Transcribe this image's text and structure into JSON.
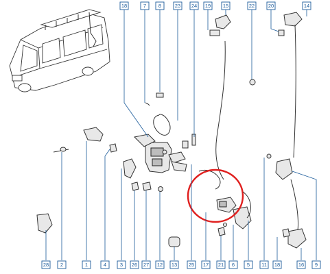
{
  "colors": {
    "label": "#1a5a9a",
    "highlight": "#e0201f",
    "outline": "#333333"
  },
  "callouts": [
    {
      "id": "c-18a",
      "text": "18"
    },
    {
      "id": "c-7a",
      "text": "7"
    },
    {
      "id": "c-8a",
      "text": "8"
    },
    {
      "id": "c-23",
      "text": "23"
    },
    {
      "id": "c-24",
      "text": "24"
    },
    {
      "id": "c-19",
      "text": "19"
    },
    {
      "id": "c-15",
      "text": "15"
    },
    {
      "id": "c-22",
      "text": "22"
    },
    {
      "id": "c-20",
      "text": "20"
    },
    {
      "id": "c-14",
      "text": "14"
    },
    {
      "id": "c-28",
      "text": "28"
    },
    {
      "id": "c-2",
      "text": "2"
    },
    {
      "id": "c-1",
      "text": "1"
    },
    {
      "id": "c-4",
      "text": "4"
    },
    {
      "id": "c-3",
      "text": "3"
    },
    {
      "id": "c-26",
      "text": "26"
    },
    {
      "id": "c-27",
      "text": "27"
    },
    {
      "id": "c-12",
      "text": "12"
    },
    {
      "id": "c-13",
      "text": "13"
    },
    {
      "id": "c-25",
      "text": "25"
    },
    {
      "id": "c-17",
      "text": "17"
    },
    {
      "id": "c-21",
      "text": "21"
    },
    {
      "id": "c-6",
      "text": "6"
    },
    {
      "id": "c-5",
      "text": "5"
    },
    {
      "id": "c-11",
      "text": "11"
    },
    {
      "id": "c-18b",
      "text": "18"
    },
    {
      "id": "c-16",
      "text": "16"
    },
    {
      "id": "c-9",
      "text": "9"
    }
  ]
}
